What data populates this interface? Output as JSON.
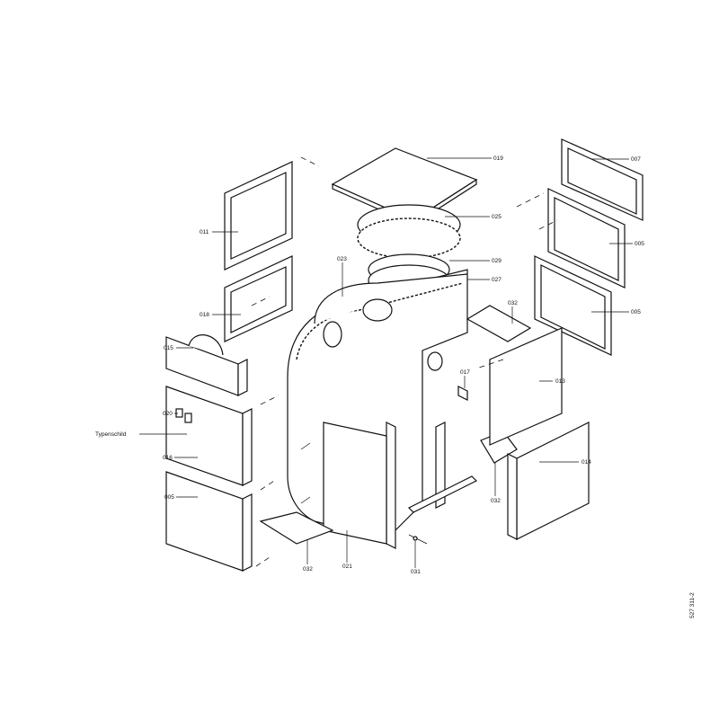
{
  "drawing_number": "527 311-2",
  "parts": {
    "p019": "019",
    "p025": "025",
    "p029": "029",
    "p027": "027",
    "p023": "023",
    "p011": "011",
    "p018": "018",
    "p015": "015",
    "p020": "020",
    "typenschild": "Typenschild",
    "p016": "016",
    "p005_left": "005",
    "p007": "007",
    "p005_right_top": "005",
    "p005_right_mid": "005",
    "p032_top": "032",
    "p017": "017",
    "p013": "013",
    "p014": "014",
    "p032_right": "032",
    "p032_bottom": "032",
    "p021": "021",
    "p031": "031"
  }
}
